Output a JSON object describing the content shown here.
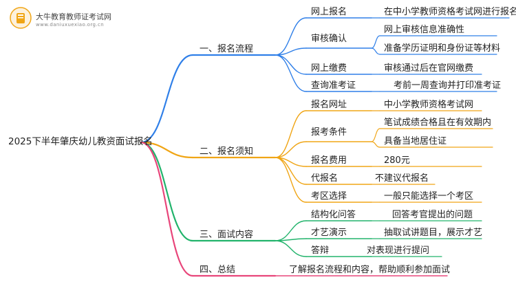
{
  "logo": {
    "title": "大牛教育教师证考试网",
    "subtitle": "www.daniuxuexiao.org.cn"
  },
  "mindmap": {
    "root": "2025下半年肇庆幼儿教资面试报名",
    "branches": [
      {
        "label": "一、报名流程",
        "color": "#2f7fe8",
        "children": [
          {
            "label": "网上报名",
            "details": [
              "在中小学教师资格考试网进行报名"
            ]
          },
          {
            "label": "审核确认",
            "details": [
              "网上审核信息准确性",
              "准备学历证明和身份证等材料"
            ]
          },
          {
            "label": "网上缴费",
            "details": [
              "审核通过后在官网缴费"
            ]
          },
          {
            "label": "查询准考证",
            "details": [
              "考前一周查询并打印准考证"
            ]
          }
        ]
      },
      {
        "label": "二、报名须知",
        "color": "#f0a515",
        "children": [
          {
            "label": "报名网址",
            "details": [
              "中小学教师资格考试网"
            ]
          },
          {
            "label": "报考条件",
            "details": [
              "笔试成绩合格且在有效期内",
              "具备当地居住证"
            ]
          },
          {
            "label": "报名费用",
            "details": [
              "280元"
            ]
          },
          {
            "label": "代报名",
            "details": [
              "不建议代报名"
            ]
          },
          {
            "label": "考区选择",
            "details": [
              "一般只能选择一个考区"
            ]
          }
        ]
      },
      {
        "label": "三、面试内容",
        "color": "#21b36b",
        "children": [
          {
            "label": "结构化问答",
            "details": [
              "回答考官提出的问题"
            ]
          },
          {
            "label": "才艺演示",
            "details": [
              "抽取试讲题目，展示才艺"
            ]
          },
          {
            "label": "答辩",
            "details": [
              "对表现进行提问"
            ]
          }
        ]
      },
      {
        "label": "四、总结",
        "color": "#e8457a",
        "children": [
          {
            "label": "了解报名流程和内容，帮助顺利参加面试",
            "details": []
          }
        ]
      }
    ]
  }
}
